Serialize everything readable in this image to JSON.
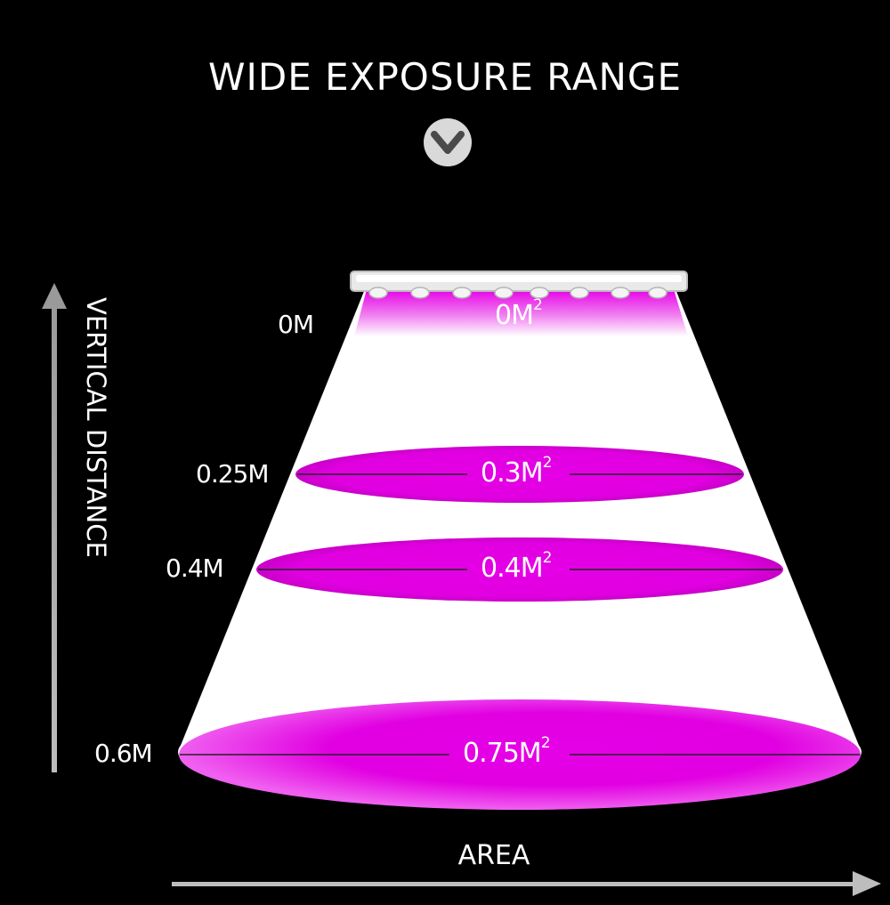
{
  "title": "WIDE EXPOSURE RANGE",
  "axis": {
    "vertical_label": "VERTICAL DISTANCE",
    "horizontal_label": "AREA"
  },
  "levels": [
    {
      "distance": "0M",
      "area": "0M",
      "area_exp": "2"
    },
    {
      "distance": "0.25M",
      "area": "0.3M",
      "area_exp": "2"
    },
    {
      "distance": "0.4M",
      "area": "0.4M",
      "area_exp": "2"
    },
    {
      "distance": "0.6M",
      "area": "0.75M",
      "area_exp": "2"
    }
  ],
  "colors": {
    "background": "#000000",
    "light_cone": "#ffffff",
    "light_pink": "#e600e6",
    "arrow": "#9a9a9a",
    "chevron_badge": "#d9d9d9"
  },
  "icons": {
    "chevron": "chevron-down-icon",
    "lamp": "grow-light-bar-icon"
  }
}
